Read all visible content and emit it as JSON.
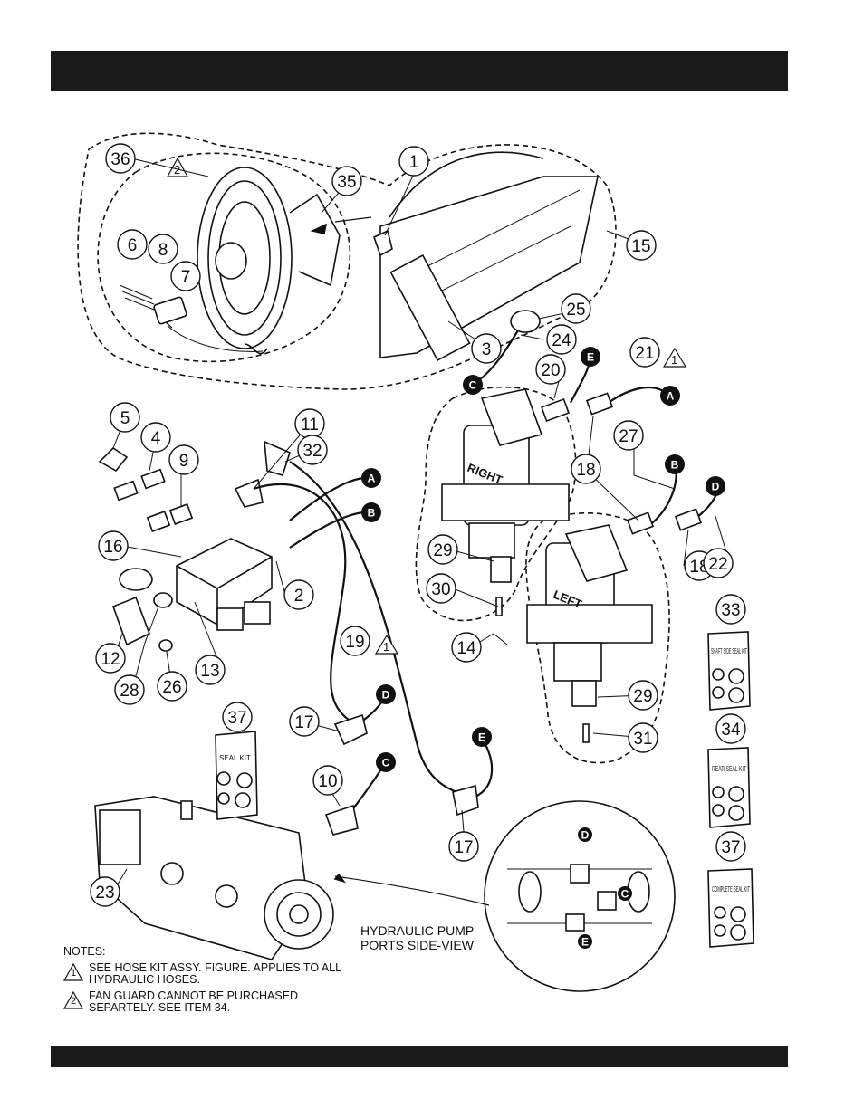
{
  "header": {
    "title": ""
  },
  "footer": {
    "text": ""
  },
  "callouts": [
    "1",
    "2",
    "3",
    "4",
    "5",
    "6",
    "7",
    "8",
    "9",
    "10",
    "11",
    "12",
    "13",
    "14",
    "15",
    "16",
    "17",
    "17",
    "18",
    "18",
    "19",
    "20",
    "21",
    "22",
    "23",
    "24",
    "25",
    "26",
    "27",
    "28",
    "29",
    "29",
    "30",
    "31",
    "32",
    "33",
    "34",
    "35",
    "36",
    "37",
    "37"
  ],
  "connectors": [
    "A",
    "A",
    "B",
    "B",
    "C",
    "C",
    "C",
    "D",
    "D",
    "D",
    "E",
    "E",
    "E"
  ],
  "motors": {
    "right": "RIGHT",
    "left": "LEFT"
  },
  "seal_kits": {
    "shaft": "SHAFT SIDE SEAL KIT",
    "rear": "REAR SEAL KIT",
    "complete": "COMPLETE SEAL KIT",
    "pump": "SEAL KIT"
  },
  "pump_caption": [
    "HYDRAULIC PUMP",
    "PORTS SIDE-VIEW"
  ],
  "notes": {
    "heading": "NOTES:",
    "items": [
      {
        "marker": "1",
        "text": "SEE HOSE KIT ASSY. FIGURE. APPLIES TO ALL HYDRAULIC HOSES."
      },
      {
        "marker": "2",
        "text": "FAN GUARD CANNOT BE PURCHASED SEPARTELY. SEE ITEM 34."
      }
    ]
  }
}
